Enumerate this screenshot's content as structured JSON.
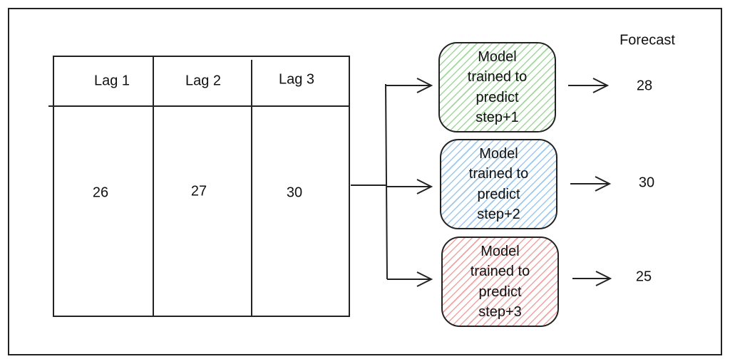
{
  "table": {
    "headers": [
      "Lag 1",
      "Lag 2",
      "Lag 3"
    ],
    "values": [
      "26",
      "27",
      "30"
    ]
  },
  "forecast_label": "Forecast",
  "models": [
    {
      "text": "Model\ntrained to\npredict\nstep+1",
      "color": "#9fd89a",
      "forecast": "28"
    },
    {
      "text": "Model\ntrained to\npredict\nstep+2",
      "color": "#9cc8ef",
      "forecast": "30"
    },
    {
      "text": "Model\ntrained to\npredict\nstep+3",
      "color": "#f0a3a3",
      "forecast": "25"
    }
  ]
}
